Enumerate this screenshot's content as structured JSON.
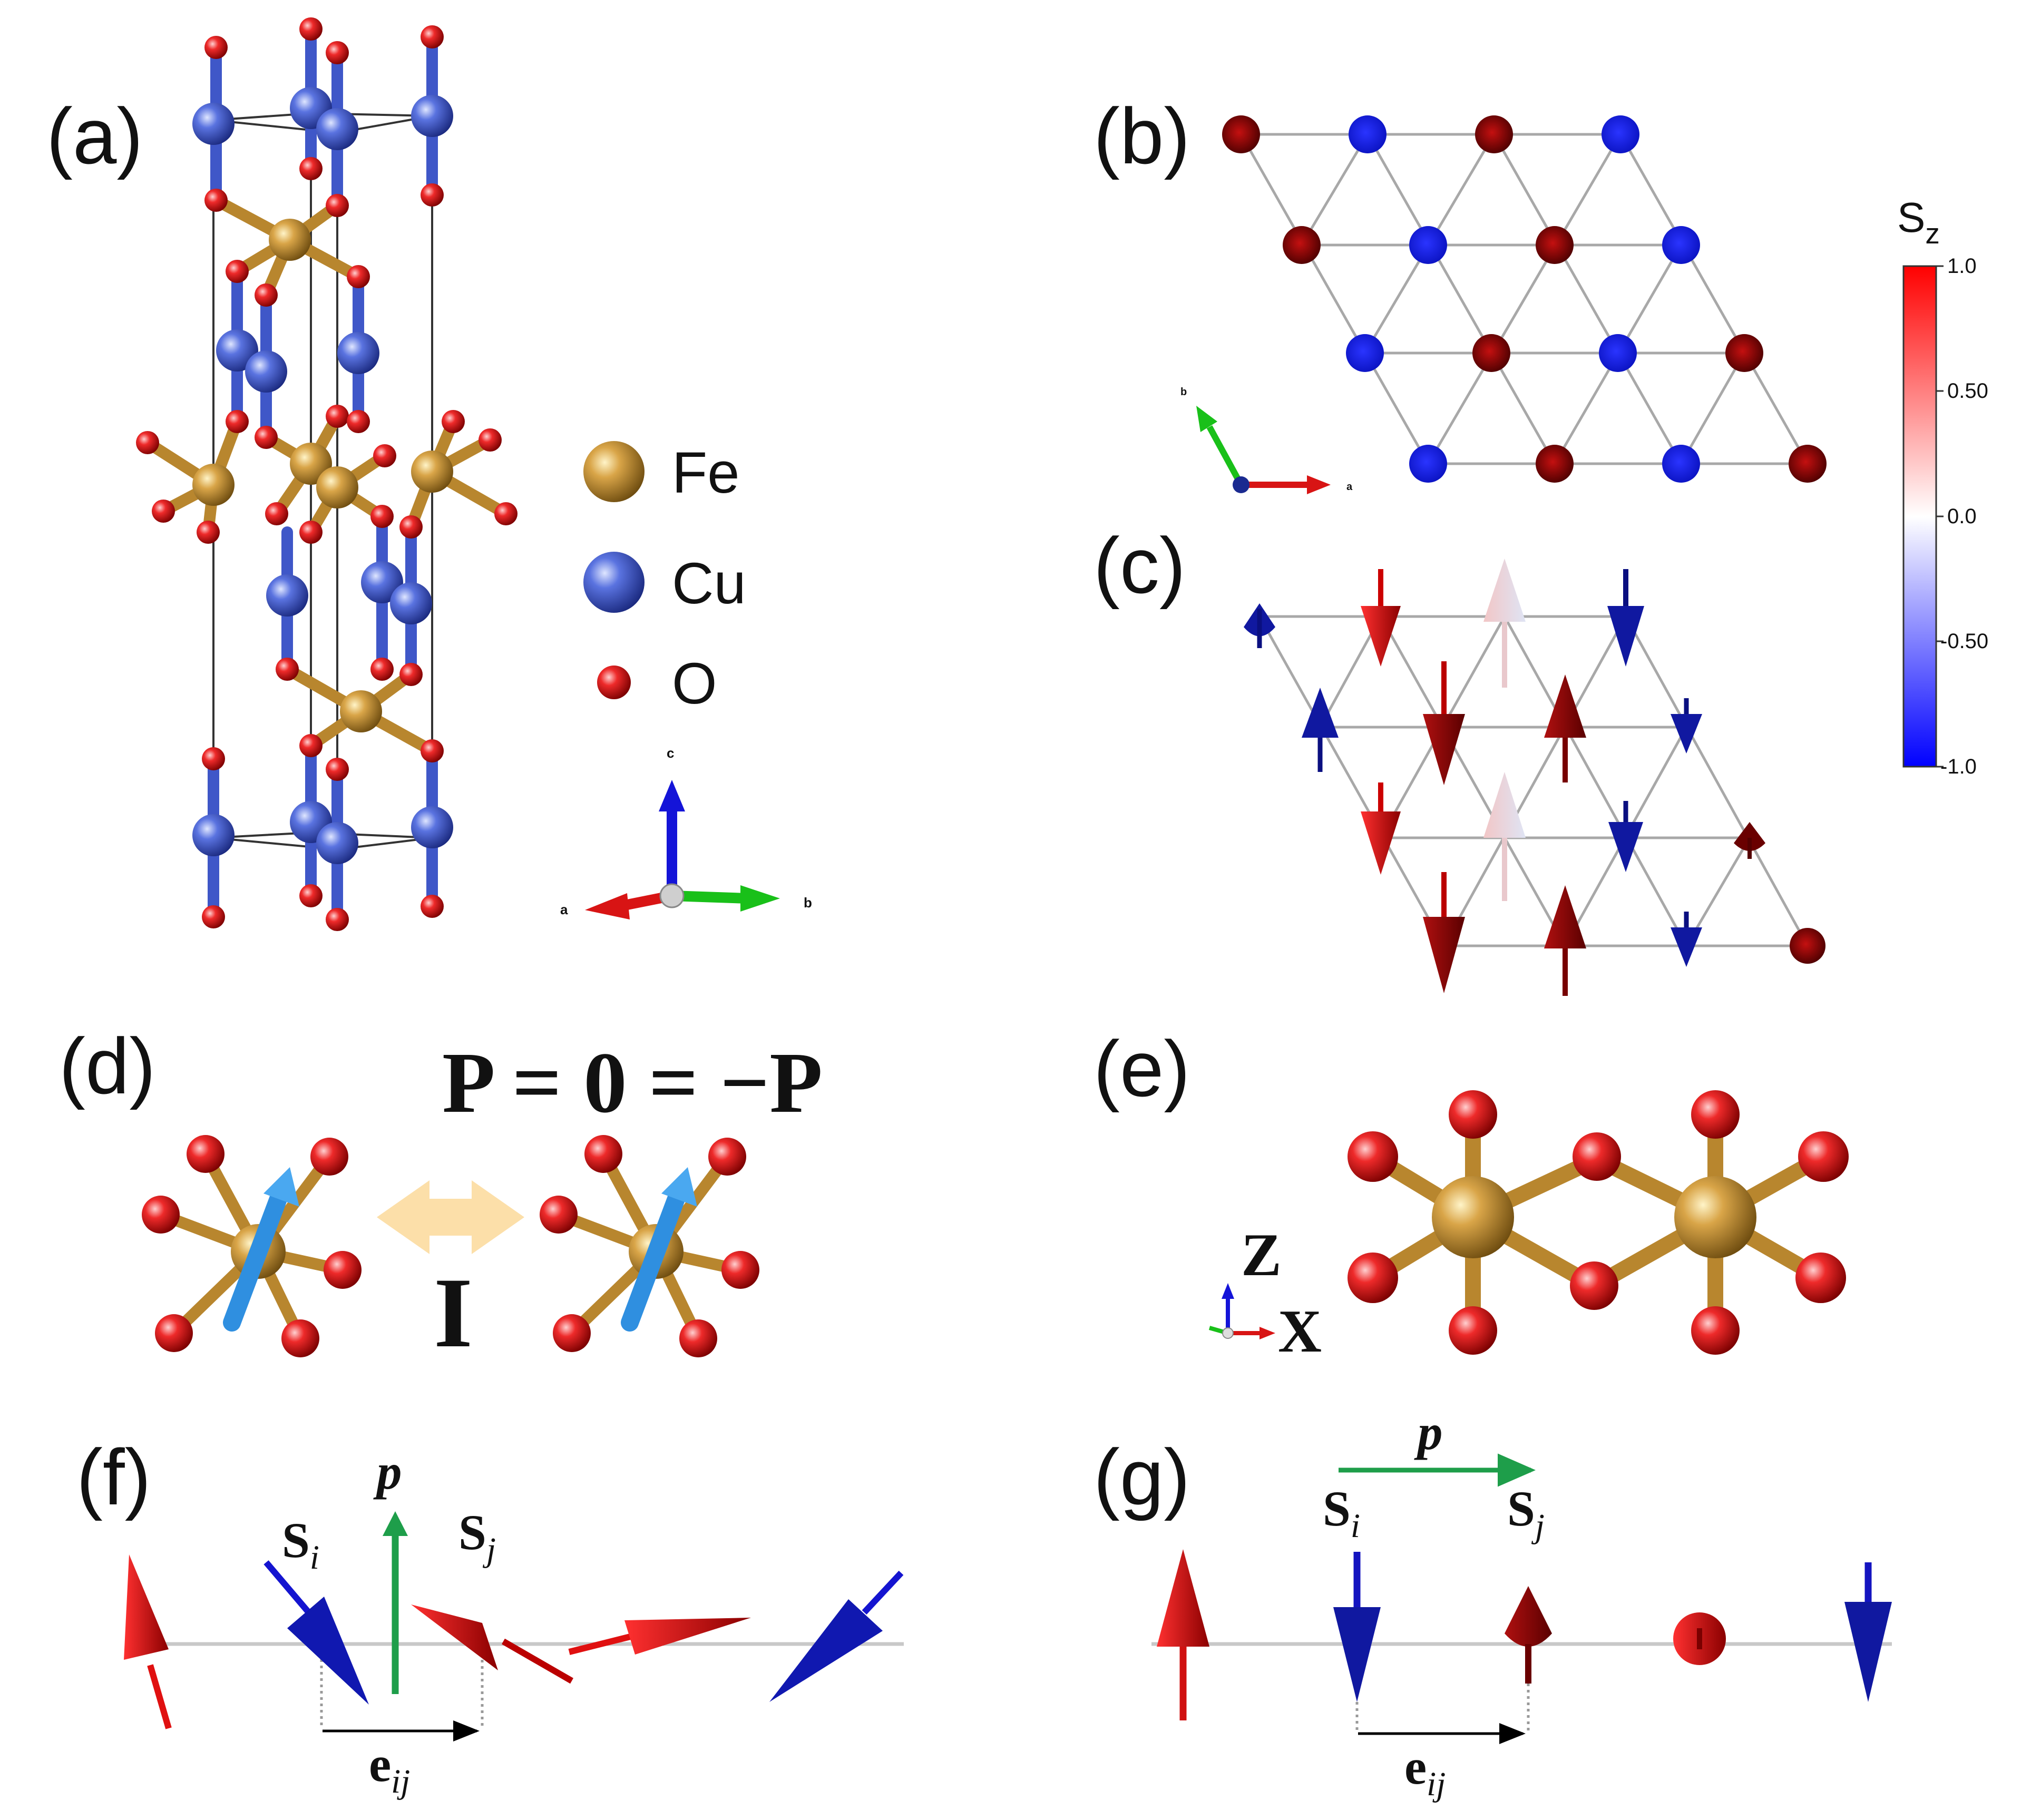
{
  "panels": {
    "a": {
      "label": "(a)",
      "legend": [
        "Fe",
        "Cu",
        "O"
      ],
      "axes": {
        "c": "c",
        "a": "a",
        "b": "b"
      }
    },
    "b": {
      "label": "(b)",
      "axes": {
        "b": "b",
        "a": "a"
      }
    },
    "c": {
      "label": "(c)"
    },
    "d": {
      "label": "(d)",
      "equation": "P = 0 = −P",
      "operator": "I"
    },
    "e": {
      "label": "(e)",
      "axes": {
        "z": "Z",
        "x": "X"
      }
    },
    "f": {
      "label": "(f)",
      "p": "p",
      "si": "S",
      "si_sub": "i",
      "sj": "S",
      "sj_sub": "j",
      "eij": "e",
      "eij_sub": "ij"
    },
    "g": {
      "label": "(g)",
      "p": "p",
      "si": "S",
      "si_sub": "i",
      "sj": "S",
      "sj_sub": "j",
      "eij": "e",
      "eij_sub": "ij"
    }
  },
  "colorbar": {
    "title": "S",
    "title_sub": "z",
    "ticks": [
      "1.0",
      "0.50",
      "0.0",
      "-0.50",
      "-1.0"
    ],
    "max_color": "#ff0000",
    "mid_color": "#ffffff",
    "min_color": "#0000ff"
  },
  "colors": {
    "fe": "#b8862e",
    "cu": "#3f57c8",
    "o": "#e02020",
    "up": "#e01010",
    "down": "#101a9a",
    "p_arrow": "#1e9e4a"
  }
}
